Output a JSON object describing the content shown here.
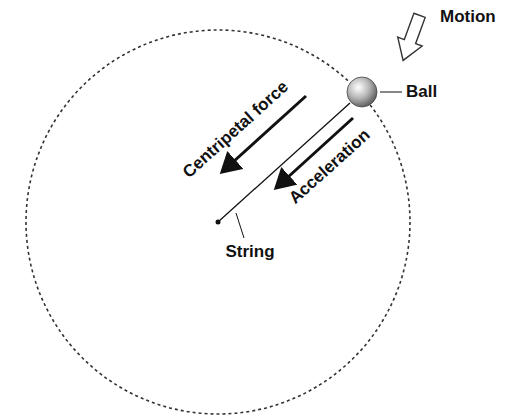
{
  "diagram": {
    "labels": [
      "Motion",
      "Ball",
      "Centripetal force",
      "Acceleration",
      "String"
    ]
  }
}
